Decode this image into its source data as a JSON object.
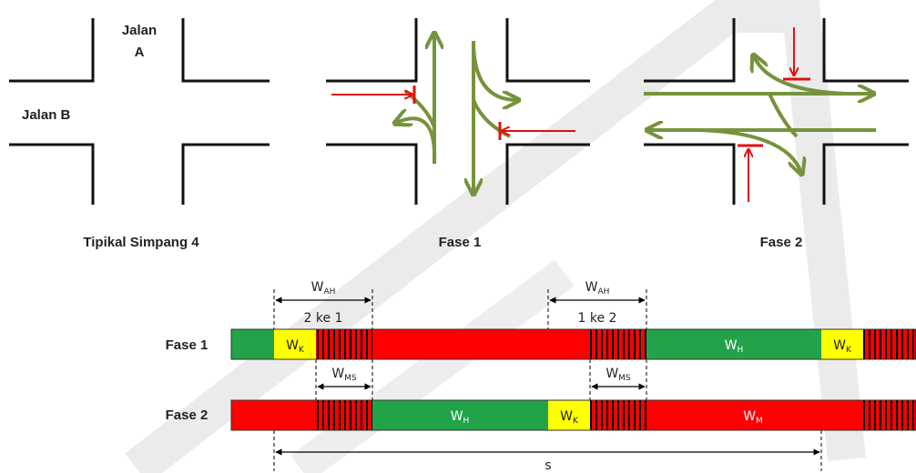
{
  "panels": {
    "typical": {
      "road_a_line1": "Jalan",
      "road_a_line2": "A",
      "road_b": "Jalan B",
      "caption": "Tipikal Simpang 4"
    },
    "phase1": {
      "caption": "Fase 1"
    },
    "phase2": {
      "caption": "Fase 2"
    }
  },
  "timing": {
    "row1_label": "Fase 1",
    "row2_label": "Fase 2",
    "wah_1": {
      "main": "W",
      "sub": "AH"
    },
    "wah_2": {
      "main": "W",
      "sub": "AH"
    },
    "wah_1_note": "2 ke 1",
    "wah_2_note": "1 ke 2",
    "wms_1": {
      "main": "W",
      "sub": "MS"
    },
    "wms_2": {
      "main": "W",
      "sub": "MS"
    },
    "wk": {
      "main": "W",
      "sub": "K"
    },
    "wh": {
      "main": "W",
      "sub": "H"
    },
    "wm": {
      "main": "W",
      "sub": "M"
    },
    "cycle": "s"
  },
  "colors": {
    "green_signal": "#22a34a",
    "yellow_signal": "#ffff00",
    "red_signal": "#ff0000",
    "flow_arrow": "#76933c",
    "stop_arrow": "#e01010",
    "watermark": "#e6e6e6"
  }
}
